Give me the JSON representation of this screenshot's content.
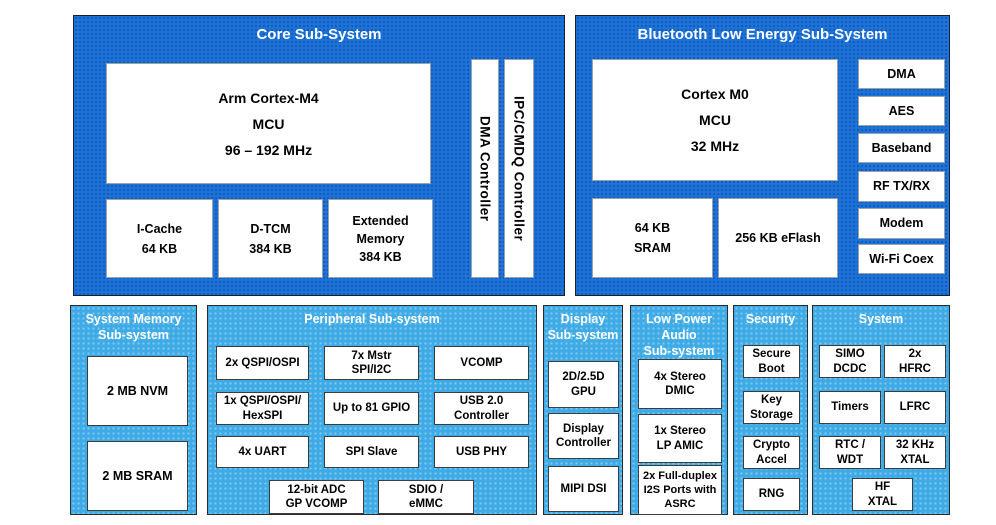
{
  "colors": {
    "dark_blue": "#1c73da",
    "light_blue": "#3eabe7",
    "box_fill": "#ffffff",
    "header_text": "#ffffff",
    "body_text": "#000000"
  },
  "core": {
    "title": "Core Sub-System",
    "mcu": "Arm Cortex-M4\nMCU\n96 – 192 MHz",
    "blocks": [
      "I-Cache\n64 KB",
      "D-TCM\n384 KB",
      "Extended\nMemory\n384 KB"
    ],
    "vertical": [
      "DMA Controller",
      "IPC/CMDQ Controller"
    ]
  },
  "ble": {
    "title": "Bluetooth Low Energy Sub-System",
    "mcu": "Cortex M0\nMCU\n32 MHz",
    "mem": [
      "64 KB\nSRAM",
      "256 KB eFlash"
    ],
    "side": [
      "DMA",
      "AES",
      "Baseband",
      "RF TX/RX",
      "Modem",
      "Wi-Fi Coex"
    ]
  },
  "sysmem": {
    "title": "System Memory\nSub-system",
    "blocks": [
      "2 MB NVM",
      "2 MB SRAM"
    ]
  },
  "peripheral": {
    "title": "Peripheral Sub-system",
    "grid": [
      "2x QSPI/OSPI",
      "7x Mstr\nSPI/I2C",
      "VCOMP",
      "1x QSPI/OSPI/\nHexSPI",
      "Up to 81 GPIO",
      "USB 2.0\nController",
      "4x UART",
      "SPI Slave",
      "USB PHY"
    ],
    "bottom": [
      "12-bit ADC\nGP VCOMP",
      "SDIO /\neMMC"
    ]
  },
  "display": {
    "title": "Display\nSub-system",
    "blocks": [
      "2D/2.5D\nGPU",
      "Display\nController",
      "MIPI DSI"
    ]
  },
  "audio": {
    "title": "Low Power\nAudio\nSub-system",
    "blocks": [
      "4x Stereo\nDMIC",
      "1x Stereo\nLP AMIC",
      "2x Full-duplex\nI2S Ports with\nASRC"
    ]
  },
  "security": {
    "title": "Security",
    "blocks": [
      "Secure\nBoot",
      "Key\nStorage",
      "Crypto\nAccel",
      "RNG"
    ]
  },
  "system": {
    "title": "System",
    "grid": [
      "SIMO\nDCDC",
      "2x\nHFRC",
      "Timers",
      "LFRC",
      "RTC /\nWDT",
      "32 KHz\nXTAL"
    ],
    "bottom": "HF\nXTAL"
  }
}
